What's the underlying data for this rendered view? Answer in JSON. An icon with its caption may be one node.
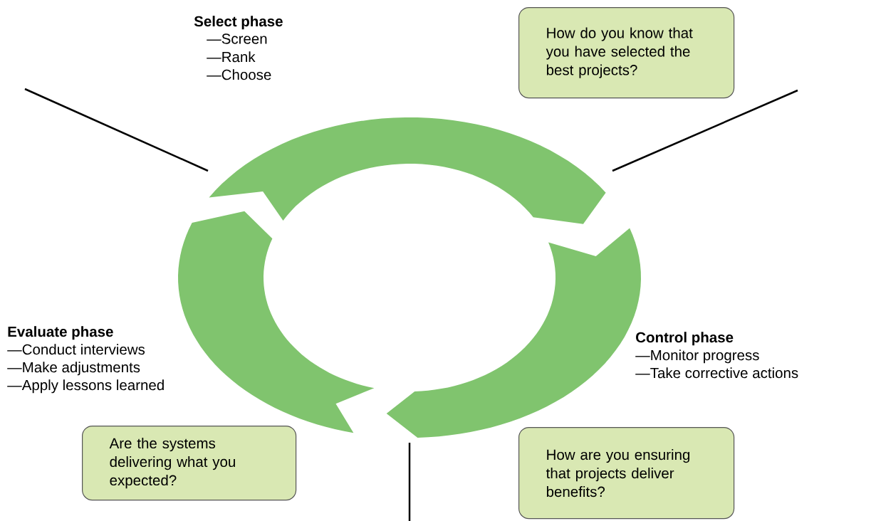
{
  "diagram": {
    "nodes": [
      {
        "text": [
          "How do you know that you have selected the best projects?"
        ]
      },
      {
        "text": [
          "Are the systems delivering what you expected?"
        ]
      },
      {
        "text": [
          "How are you ensuring that projects deliver benefits?"
        ]
      }
    ],
    "labels": [
      "Select phase",
      "—Screen",
      "—Rank",
      "—Choose",
      "Evaluate phase",
      "—Conduct interviews",
      "—Make adjustments",
      "—Apply lessons learned",
      "Control phase",
      "—Monitor progress",
      "—Take corrective actions"
    ]
  }
}
